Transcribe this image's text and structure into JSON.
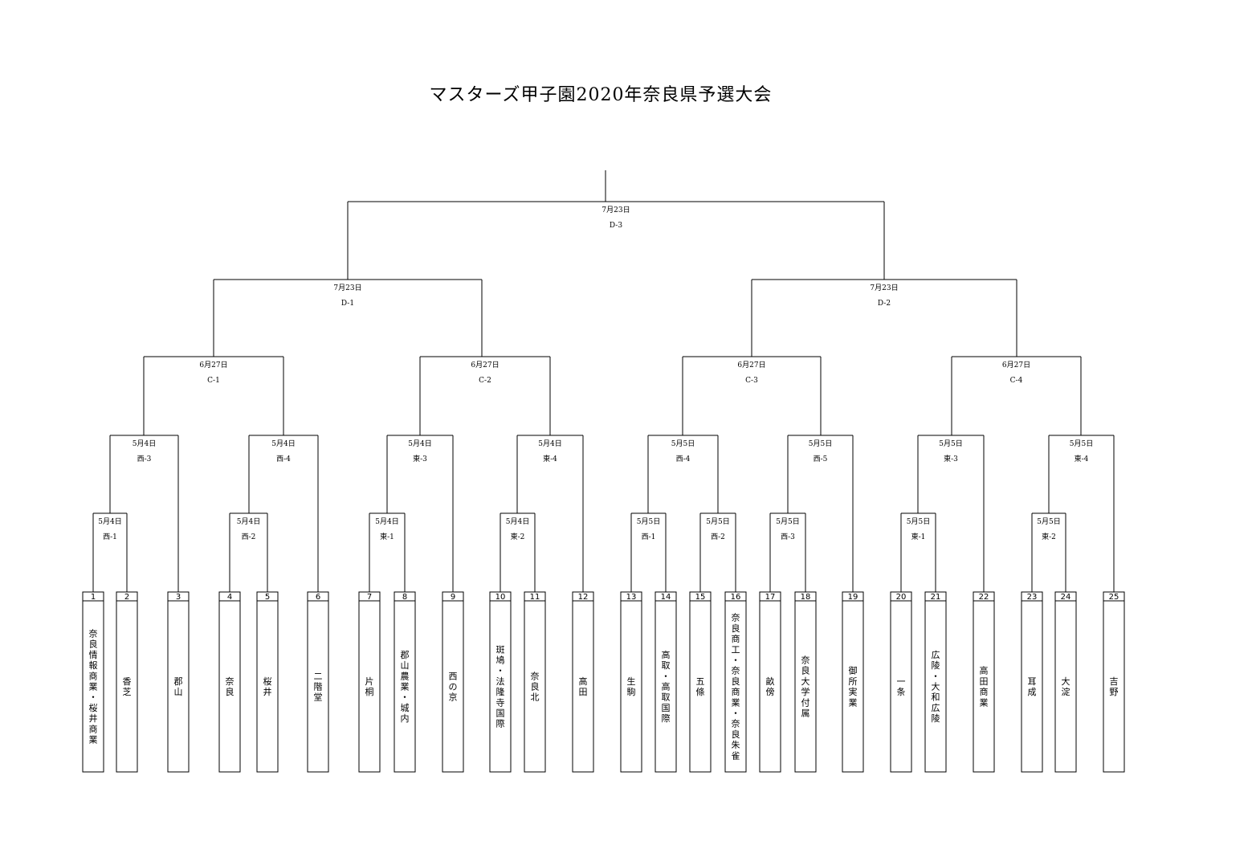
{
  "title": "マスターズ甲子園2020年奈良県予選大会",
  "teams": [
    {
      "no": "1",
      "name": "奈良情報商業・桜井商業"
    },
    {
      "no": "2",
      "name": "香芝"
    },
    {
      "no": "3",
      "name": "郡山"
    },
    {
      "no": "4",
      "name": "奈良"
    },
    {
      "no": "5",
      "name": "桜井"
    },
    {
      "no": "6",
      "name": "二階堂"
    },
    {
      "no": "7",
      "name": "片桐"
    },
    {
      "no": "8",
      "name": "郡山農業・城内"
    },
    {
      "no": "9",
      "name": "西の京"
    },
    {
      "no": "10",
      "name": "斑鳩・法隆寺国際"
    },
    {
      "no": "11",
      "name": "奈良北"
    },
    {
      "no": "12",
      "name": "高田"
    },
    {
      "no": "13",
      "name": "生駒"
    },
    {
      "no": "14",
      "name": "高取・高取国際"
    },
    {
      "no": "15",
      "name": "五條"
    },
    {
      "no": "16",
      "name": "奈良商工・奈良商業・奈良朱雀"
    },
    {
      "no": "17",
      "name": "畝傍"
    },
    {
      "no": "18",
      "name": "奈良大学付属"
    },
    {
      "no": "19",
      "name": "御所実業"
    },
    {
      "no": "20",
      "name": "一条"
    },
    {
      "no": "21",
      "name": "広陵・大和広陵"
    },
    {
      "no": "22",
      "name": "高田商業"
    },
    {
      "no": "23",
      "name": "耳成"
    },
    {
      "no": "24",
      "name": "大淀"
    },
    {
      "no": "25",
      "name": "吉野"
    }
  ],
  "matches": [
    {
      "id": "w1",
      "date": "5月4日",
      "code": "西-1"
    },
    {
      "id": "w2",
      "date": "5月4日",
      "code": "西-2"
    },
    {
      "id": "e1",
      "date": "5月4日",
      "code": "東-1"
    },
    {
      "id": "e2",
      "date": "5月4日",
      "code": "東-2"
    },
    {
      "id": "w1b",
      "date": "5月5日",
      "code": "西-1"
    },
    {
      "id": "w2b",
      "date": "5月5日",
      "code": "西-2"
    },
    {
      "id": "w3b",
      "date": "5月5日",
      "code": "西-3"
    },
    {
      "id": "e1b",
      "date": "5月5日",
      "code": "東-1"
    },
    {
      "id": "e2b",
      "date": "5月5日",
      "code": "東-2"
    },
    {
      "id": "w3",
      "date": "5月4日",
      "code": "西-3"
    },
    {
      "id": "w4",
      "date": "5月4日",
      "code": "西-4"
    },
    {
      "id": "e3",
      "date": "5月4日",
      "code": "東-3"
    },
    {
      "id": "e4",
      "date": "5月4日",
      "code": "東-4"
    },
    {
      "id": "w4b",
      "date": "5月5日",
      "code": "西-4"
    },
    {
      "id": "w5b",
      "date": "5月5日",
      "code": "西-5"
    },
    {
      "id": "e3b",
      "date": "5月5日",
      "code": "東-3"
    },
    {
      "id": "e4b",
      "date": "5月5日",
      "code": "東-4"
    },
    {
      "id": "c1",
      "date": "6月27日",
      "code": "C-1"
    },
    {
      "id": "c2",
      "date": "6月27日",
      "code": "C-2"
    },
    {
      "id": "c3",
      "date": "6月27日",
      "code": "C-3"
    },
    {
      "id": "c4",
      "date": "6月27日",
      "code": "C-4"
    },
    {
      "id": "d1",
      "date": "7月23日",
      "code": "D-1"
    },
    {
      "id": "d2",
      "date": "7月23日",
      "code": "D-2"
    },
    {
      "id": "d3",
      "date": "7月23日",
      "code": "D-3"
    }
  ]
}
